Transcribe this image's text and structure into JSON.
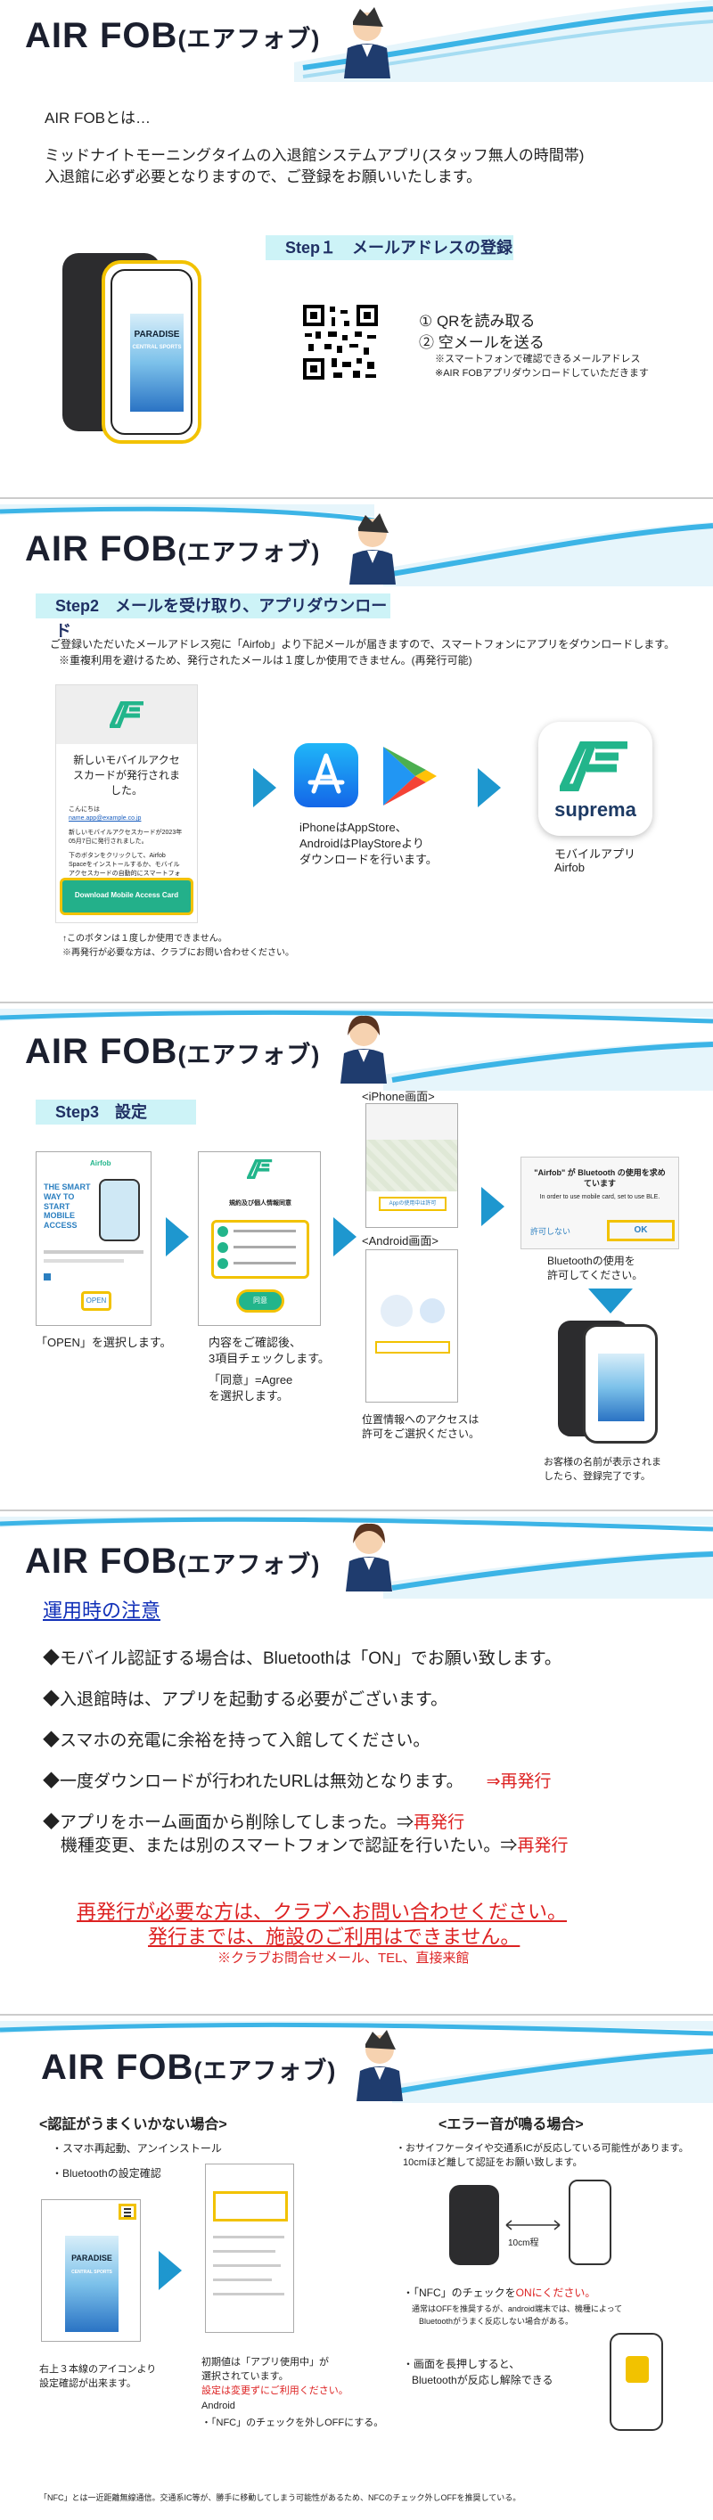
{
  "app_name": "AIR FOB",
  "app_kana": "(エアフォブ)",
  "slide1": {
    "intro": "AIR FOBとは…",
    "desc1": "ミッドナイトモーニングタイムの入退館システムアプリ(スタッフ無人の時間帯)",
    "desc2": "入退館に必ず必要となりますので、ご登録をお願いいたします。",
    "step": "Step１　メールアドレスの登録",
    "phone_text": "PARADISE",
    "phone_sub": "CENTRAL SPORTS",
    "qr1": "① QRを読み取る",
    "qr2": "② 空メールを送る",
    "note1": "※スマートフォンで確認できるメールアドレス",
    "note2": "※AIR FOBアプリダウンロードしていただきます"
  },
  "slide2": {
    "step": "Step2　メールを受け取り、アプリダウンロード",
    "desc1": "ご登録いただいたメールアドレス宛に「Airfob」より下記メールが届きますので、スマートフォンにアプリをダウンロードします。",
    "desc2": "※重複利用を避けるため、発行されたメールは１度しか使用できません。(再発行可能)",
    "brand": "suprema",
    "mail_title": "新しいモバイルアクセスカードが発行されました。",
    "mail_greet": "こんにちは",
    "mail_addr": "name.app@example.co.jp",
    "mail_body1": "新しいモバイルアクセスカードが2023年05月7日に発行されました。",
    "mail_body2": "下のボタンをクリックして、Airfob Spaceをインストールするか、モバイルアクセスカードの自動的にスマートフォンにダウンロードされます。",
    "mail_button": "Download Mobile Access Card",
    "store_text1": "iPhoneはAppStore、",
    "store_text2": "AndroidはPlayStoreより",
    "store_text3": "ダウンロードを行います。",
    "app_label1": "モバイルアプリ",
    "app_label2": "Airfob",
    "foot1": "↑このボタンは１度しか使用できません。",
    "foot2": "※再発行が必要な方は、クラブにお問い合わせください。"
  },
  "slide3": {
    "step": "Step3　設定",
    "iphone_label": "<iPhone画面>",
    "android_label": "<Android画面>",
    "s1_brand": "Airfob",
    "s1_hero": "THE SMART WAY TO START MOBILE ACCESS",
    "s1_btn": "OPEN",
    "s2_title": "規約及び個人情報同意",
    "s2_btn": "同意",
    "cap1": "「OPEN」を選択します。",
    "cap2a": "内容をご確認後、",
    "cap2b": "3項目チェックします。",
    "cap2c": "「同意」=Agree",
    "cap2d": "を選択します。",
    "cap3a": "位置情報へのアクセスは",
    "cap3b": "許可をご選択ください。",
    "dialog_title": "\"Airfob\" が Bluetooth の使用を求めています",
    "dialog_body": "In order to use mobile card, set to use BLE.",
    "dialog_no": "許可しない",
    "dialog_ok": "OK",
    "cap4a": "Bluetoothの使用を",
    "cap4b": "許可してください。",
    "cap5a": "お客様の名前が表示されま",
    "cap5b": "したら、登録完了です。",
    "map_btn": "Appの使用中は許可"
  },
  "slide4": {
    "heading": "運用時の注意",
    "b1": "◆モバイル認証する場合は、Bluetoothは「ON」でお願い致します。",
    "b2": "◆入退館時は、アプリを起動する必要がございます。",
    "b3": "◆スマホの充電に余裕を持って入館してください。",
    "b4": "◆一度ダウンロードが行われたURLは無効となります。",
    "b4r": "⇒再発行",
    "b5": "◆アプリをホーム画面から削除してしまった。⇒",
    "b5r": "再発行",
    "b6": "機種変更、または別のスマートフォンで認証を行いたい。⇒",
    "b6r": "再発行",
    "r1": "再発行が必要な方は、クラブへお問い合わせください。",
    "r2": "発行までは、施設のご利用はできません。",
    "r3": "※クラブお問合せメール、TEL、直接来館"
  },
  "slide5": {
    "left_title": "<認証がうまくいかない場合>",
    "l1": "・スマホ再起動、アンインストール",
    "l2": "・Bluetoothの設定確認",
    "right_title": "<エラー音が鳴る場合>",
    "r1": "・おサイフケータイや交通系ICが反応している可能性があります。",
    "r2": "10cmほど離して認証をお願い致します。",
    "dist": "10cm程",
    "nfc1a": "・「NFC」のチェックを",
    "nfc1b": "ONにください。",
    "nfc2": "通常はOFFを推奨するが、android端末では、機種によって",
    "nfc3": "Bluetoothがうまく反応しない場合がある。",
    "long1": "・画面を長押しすると、",
    "long2": "Bluetoothが反応し解除できる",
    "cap1a": "右上３本線のアイコンより",
    "cap1b": "設定確認が出来ます。",
    "cap2a": "初期値は「アプリ使用中」が",
    "cap2b": "選択されています。",
    "cap2c": "設定は変更ずにご利用ください。",
    "cap2d": "Android",
    "cap2e": "・「NFC」のチェックを外しOFFにする。",
    "foot": "「NFC」とは一近距離無線通信。交通系IC等が、勝手に移動してしまう可能性があるため、NFCのチェック外しOFFを推奨している。"
  },
  "colors": {
    "accent": "#1e97cf",
    "step_bar": "#cdf3f7",
    "red": "#dd2222",
    "yellow": "#f2c200",
    "teal": "#23b08a"
  }
}
